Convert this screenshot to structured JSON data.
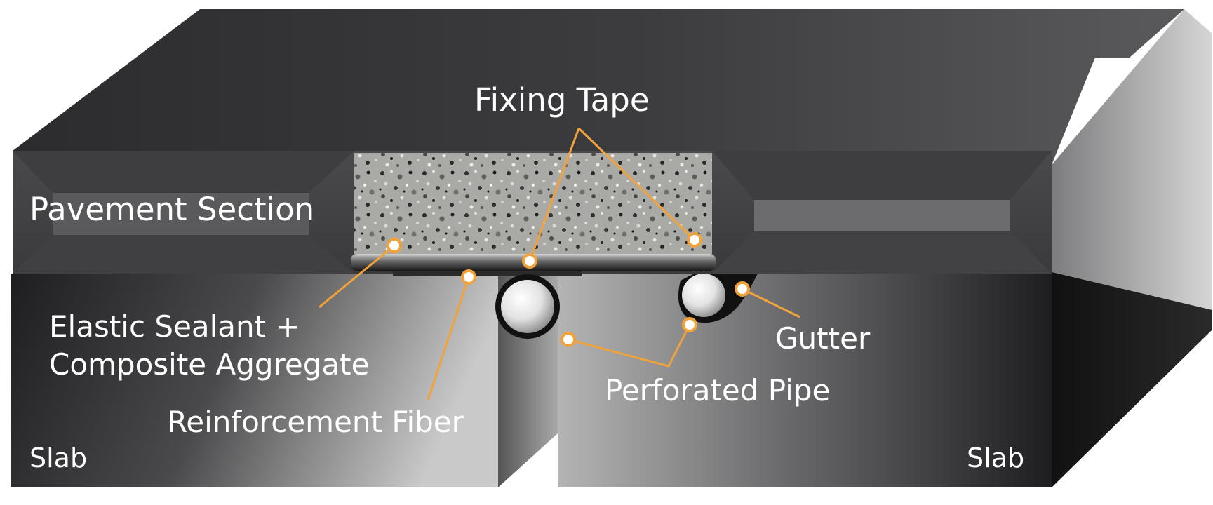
{
  "labels": {
    "fixing_tape": "Fixing Tape",
    "pavement_section": "Pavement Section",
    "elastic_sealant_line1": "Elastic Sealant +",
    "elastic_sealant_line2": "Composite Aggregate",
    "reinforcement_fiber": "Reinforcement Fiber",
    "perforated_pipe": "Perforated Pipe",
    "gutter": "Gutter",
    "slab_left": "Slab",
    "slab_right": "Slab"
  },
  "colors": {
    "callout": "#f2a23a",
    "label_text": "#ffffff",
    "block_top": "#3a3a3c",
    "block_side": "#1a1a1a",
    "sealant": "#9a9a98"
  }
}
